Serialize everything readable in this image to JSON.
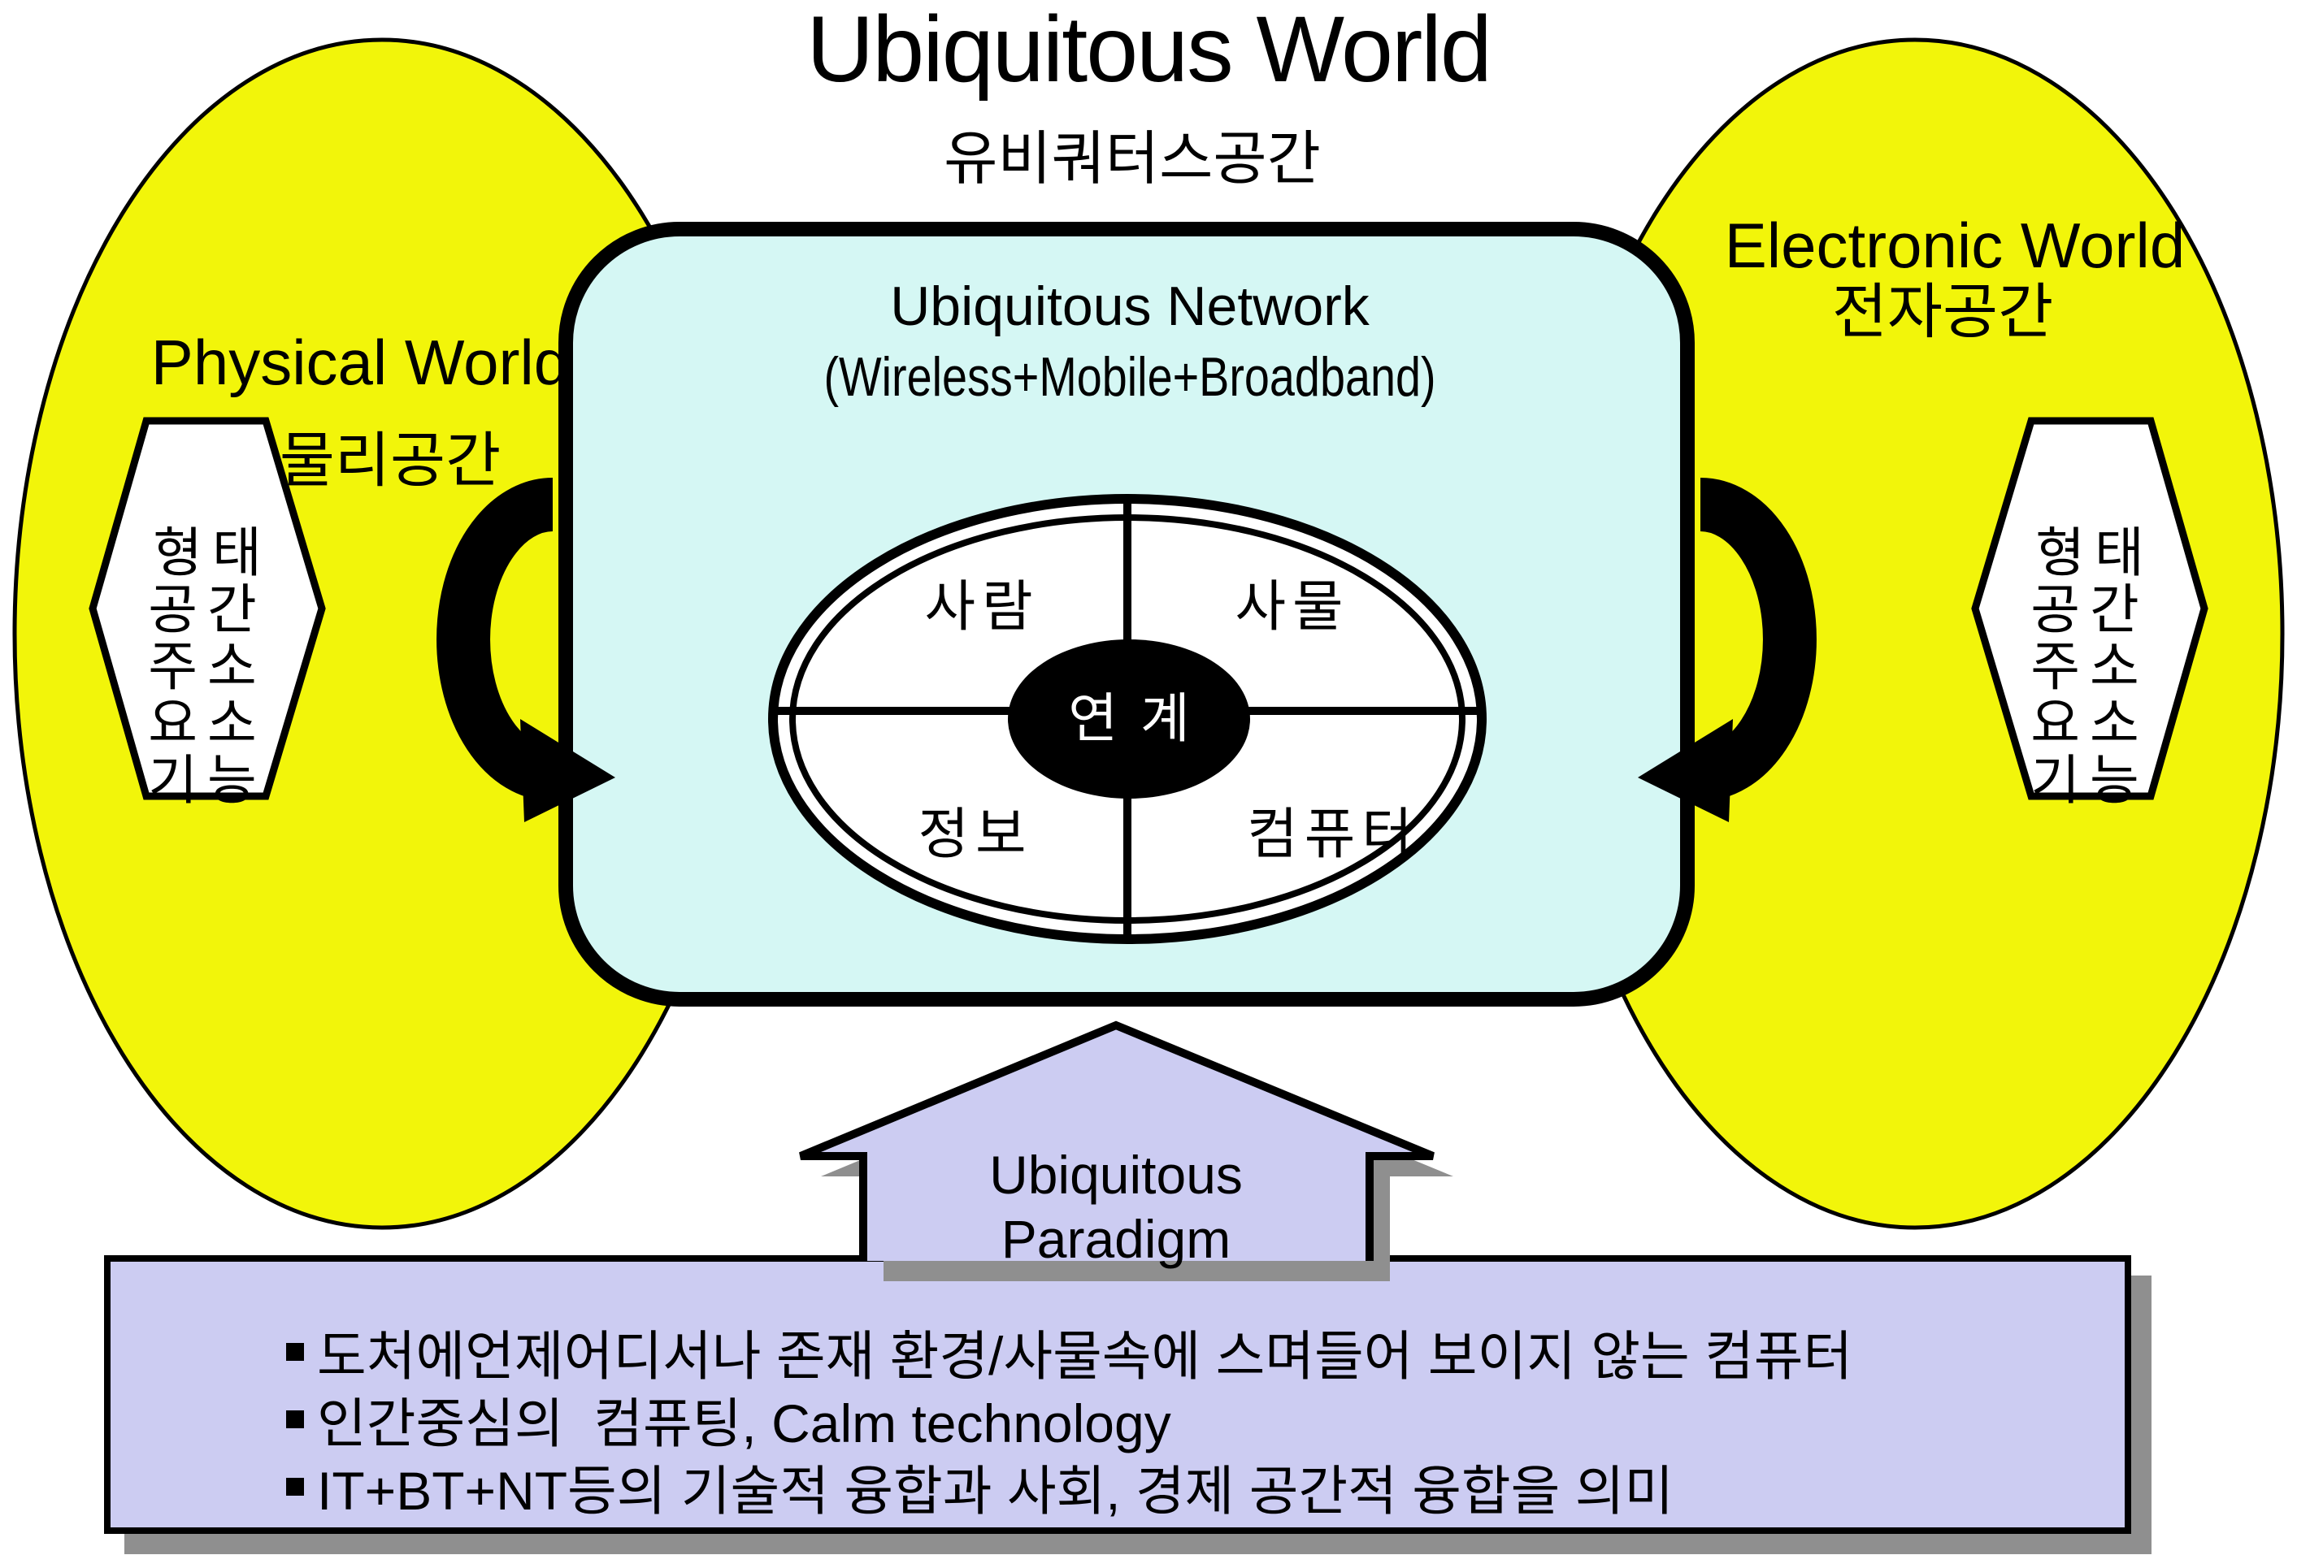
{
  "title": "Ubiquitous World",
  "subtitle": "유비쿼터스공간",
  "physical_world": {
    "en": "Physical World",
    "ko": "물리공간",
    "hexagon": "형태\n공간\n주소\n요소\n기능"
  },
  "electronic_world": {
    "en": "Electronic World",
    "ko": "전자공간",
    "hexagon": "형태\n공간\n주소\n요소\n기능"
  },
  "network": {
    "title": "Ubiquitous Network",
    "subtitle": "(Wireless+Mobile+Broadband)",
    "quadrants": {
      "top_left": "사람",
      "top_right": "사물",
      "bottom_left": "정보",
      "bottom_right": "컴퓨터"
    },
    "center": "연계"
  },
  "paradigm_arrow": {
    "label": "Ubiquitous\nParadigm"
  },
  "bullets": [
    "도처에언제어디서나 존재 환경/사물속에 스며들어 보이지 않는 컴퓨터",
    "인간중심의  컴퓨팅, Calm technology",
    "IT+BT+NT등의 기술적 융합과 사회, 경제 공간적 융합을 의미"
  ],
  "colors": {
    "yellow": "#f2f50a",
    "cyan": "#d5f7f4",
    "lavender": "#ccccf2",
    "shadow": "#8f8f8f"
  }
}
